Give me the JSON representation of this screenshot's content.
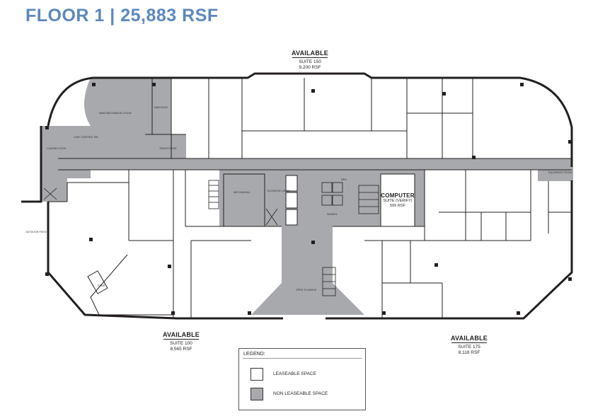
{
  "title": "FLOOR 1 | 25,883 RSF",
  "suites": {
    "suite_150": {
      "status": "AVAILABLE",
      "name": "SUITE 150",
      "area": "9,200 RSF"
    },
    "suite_100": {
      "status": "AVAILABLE",
      "name": "SUITE 100",
      "area": "8,565 RSF"
    },
    "suite_175": {
      "status": "AVAILABLE",
      "name": "SUITE 175",
      "area": "8,118 RSF"
    },
    "computer": {
      "name": "COMPUTER",
      "suite": "SUITE (VERIFY)",
      "area": "565 RSF"
    }
  },
  "room_labels": {
    "main_mechanical": "MAIN MECHANICAL ROOM",
    "main_elec": "MAIN ELEC.",
    "loby_control": "LOBY CONTROL RM",
    "loading_dock": "LOADING DOCK",
    "trash": "TRASH ROOM",
    "mechanical": "MECHANICAL",
    "elevator_lobby": "ELEVATOR LOBBY",
    "men": "MEN",
    "women": "WOMEN",
    "open_to_above": "OPEN TO ABOVE",
    "equipment": "EQUIPMENT ROOM",
    "outdoor_patio": "OUTDOOR PATIO",
    "stair": "STAIR"
  },
  "legend": {
    "title": "LEGEND:",
    "items": [
      {
        "label": "LEASEABLE SPACE",
        "color": "#ffffff"
      },
      {
        "label": "NON LEASEABLE SPACE",
        "color": "#a7a9ac"
      }
    ]
  },
  "colors": {
    "title": "#5b88be",
    "non_leaseable": "#a7a9ac",
    "wall": "#231f20"
  }
}
